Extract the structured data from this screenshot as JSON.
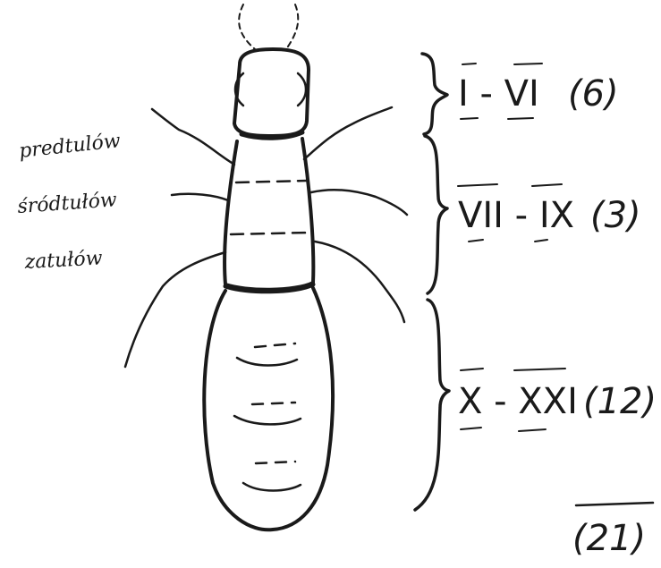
{
  "side_labels": {
    "top": "predtulów",
    "middle": "śródtułów",
    "bottom": "zatułów"
  },
  "groups": [
    {
      "range": "I - VI",
      "count": "(6)"
    },
    {
      "range": "VII - IX",
      "count": "(3)"
    },
    {
      "range": "X - XXI",
      "count": "(12)"
    }
  ],
  "total": "(21)"
}
